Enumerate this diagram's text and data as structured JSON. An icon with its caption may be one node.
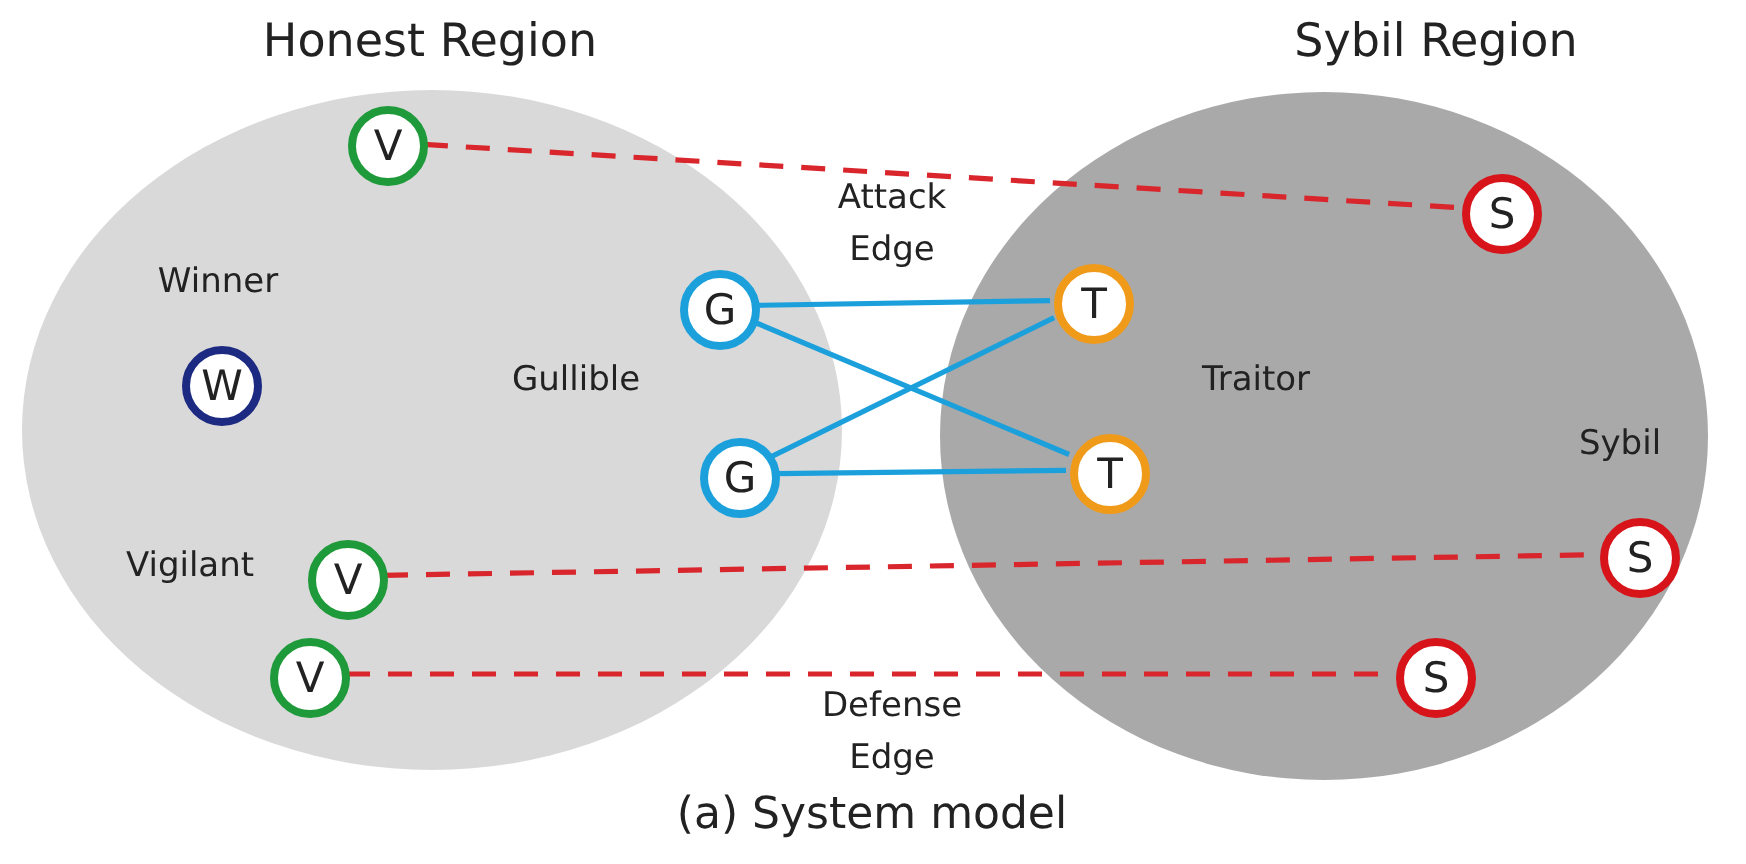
{
  "diagram": {
    "caption": "(a) System model",
    "nodes": [
      {
        "text": [
          "Honest Region"
        ]
      },
      {
        "text": [
          "V"
        ],
        "in": 0
      },
      {
        "text": [
          "W"
        ],
        "in": 0,
        "beside": [
          "Winner"
        ]
      },
      {
        "text": [
          "G"
        ],
        "in": 0
      },
      {
        "text": [
          "G"
        ],
        "in": 0
      },
      {
        "text": [
          "V"
        ],
        "in": 0,
        "beside": [
          "Vigilant"
        ]
      },
      {
        "text": [
          "V"
        ],
        "in": 0
      },
      {
        "text": [
          "Sybil Region"
        ]
      },
      {
        "text": [
          "S"
        ],
        "in": 7
      },
      {
        "text": [
          "T"
        ],
        "in": 7
      },
      {
        "text": [
          "T"
        ],
        "in": 7
      },
      {
        "text": [
          "S"
        ],
        "in": 7,
        "beside": [
          "Sybil"
        ]
      },
      {
        "text": [
          "S"
        ],
        "in": 7
      }
    ],
    "edges": [
      {
        "from": 1,
        "to": 8,
        "arrow": "none",
        "style": "dashed",
        "color": "#d9262c"
      },
      {
        "from": 3,
        "to": 9,
        "arrow": "none"
      },
      {
        "from": 3,
        "to": 10,
        "arrow": "none"
      },
      {
        "from": 4,
        "to": 9,
        "arrow": "none"
      },
      {
        "from": 4,
        "to": 10,
        "arrow": "none"
      },
      {
        "from": 5,
        "to": 11,
        "arrow": "none",
        "style": "dashed",
        "color": "#d9262c"
      },
      {
        "from": 6,
        "to": 12,
        "arrow": "none",
        "style": "dashed",
        "color": "#d9262c"
      }
    ],
    "labels": [
      "Attack Edge",
      "Gullible",
      "Traitor",
      "Defense Edge"
    ]
  }
}
